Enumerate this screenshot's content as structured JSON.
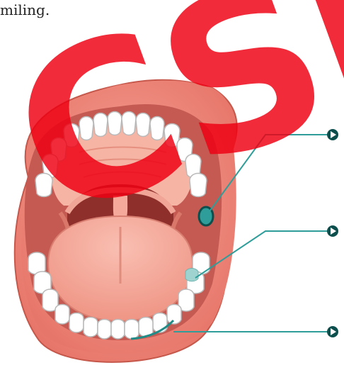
{
  "caption": "miling.",
  "watermark": "CSF",
  "colors": {
    "lips": "#ef8a7d",
    "lip_outline": "#c5574b",
    "mouth_interior": "#b2453f",
    "palate": "#f5b4a4",
    "tongue": "#f4a99a",
    "throat": "#8e2f2c",
    "teeth": "#ffffff",
    "teeth_outline": "#b9b9b9",
    "pointer": "#2f9d99",
    "pointer_dot": "#0d4f4d"
  },
  "pointers": [
    {
      "name": "pointer-ulcer-cheek",
      "icon": "play-circle-icon"
    },
    {
      "name": "pointer-tooth-cavity",
      "icon": "play-circle-icon"
    },
    {
      "name": "pointer-gum-line",
      "icon": "play-circle-icon"
    }
  ]
}
